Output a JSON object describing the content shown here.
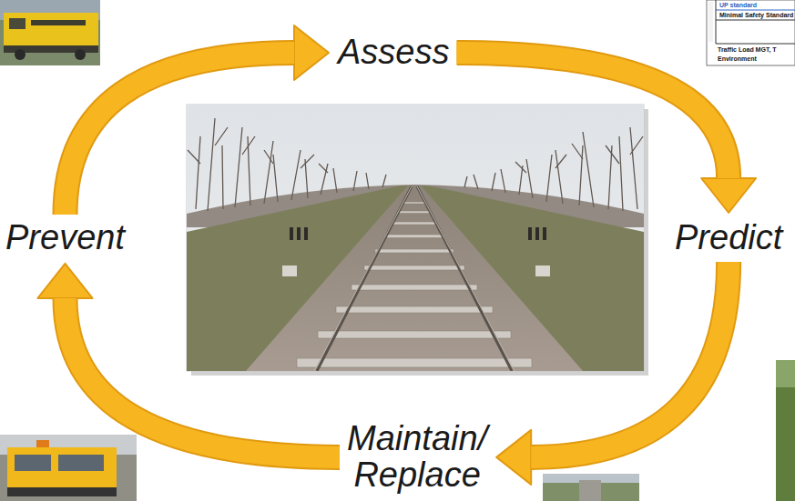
{
  "diagram": {
    "nodes": [
      {
        "text": [
          "Assess"
        ]
      },
      {
        "text": [
          "Predict"
        ]
      },
      {
        "text": [
          "Maintain/ Replace"
        ]
      },
      {
        "text": [
          "Prevent"
        ]
      }
    ],
    "edges": [
      {
        "from": 0,
        "to": 1,
        "arrow": "to"
      },
      {
        "from": 1,
        "to": 2,
        "arrow": "to"
      },
      {
        "from": 2,
        "to": 3,
        "arrow": "to"
      },
      {
        "from": 3,
        "to": 0,
        "arrow": "to"
      }
    ],
    "labels": [
      "UP standard",
      "Minimal Safety Standard",
      "Traffic Load MGT, T",
      "Environment"
    ]
  }
}
